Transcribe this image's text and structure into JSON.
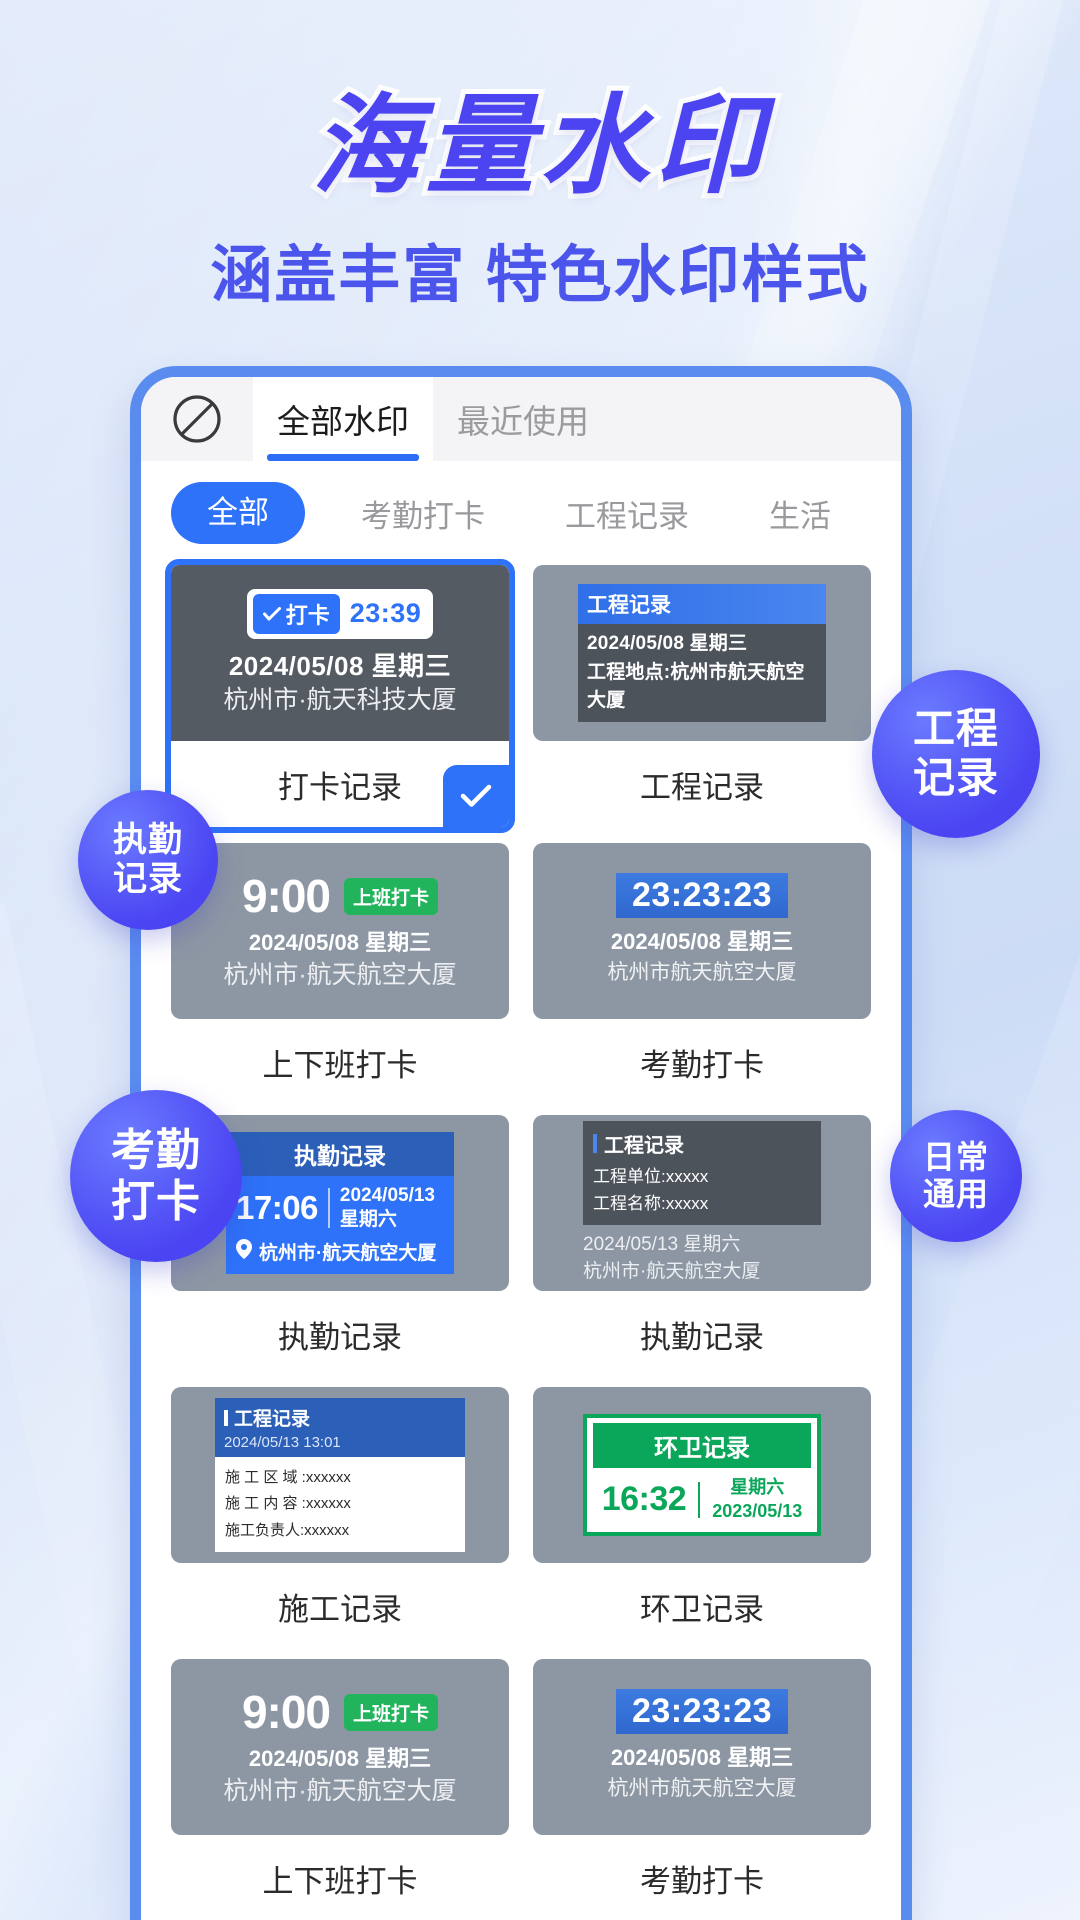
{
  "hero": {
    "title": "海量水印",
    "subtitle": "涵盖丰富  特色水印样式"
  },
  "colors": {
    "accent": "#2d72f8",
    "headline": "#4b44f0",
    "green": "#21b45c",
    "eco_green": "#0aa65a",
    "phone_border": "#5a8cf0"
  },
  "phone": {
    "topbar": {
      "no_watermark_icon": "no-watermark-icon",
      "tabs": [
        {
          "label": "全部水印",
          "active": true
        },
        {
          "label": "最近使用",
          "active": false
        }
      ]
    },
    "categories": [
      {
        "label": "全部",
        "active": true
      },
      {
        "label": "考勤打卡",
        "active": false
      },
      {
        "label": "工程记录",
        "active": false
      },
      {
        "label": "生活",
        "active": false
      }
    ],
    "cards": [
      {
        "id": "punch-record",
        "caption": "打卡记录",
        "selected": true,
        "style": "punch",
        "badge_pill": "打卡",
        "time": "23:39",
        "date": "2024/05/08  星期三",
        "location": "杭州市·航天科技大厦"
      },
      {
        "id": "engineering-record",
        "caption": "工程记录",
        "selected": false,
        "style": "engineering",
        "header": "工程记录",
        "date": "2024/05/08   星期三",
        "site": "工程地点:杭州市航天航空大厦"
      },
      {
        "id": "shift-punch",
        "caption": "上下班打卡",
        "selected": false,
        "style": "shift",
        "time": "9:00",
        "badge": "上班打卡",
        "date": "2024/05/08  星期三",
        "location": "杭州市·航天航空大厦"
      },
      {
        "id": "attendance-punch",
        "caption": "考勤打卡",
        "selected": false,
        "style": "attendance",
        "time": "23:23:23",
        "date": "2024/05/08  星期三",
        "location": "杭州市航天航空大厦"
      },
      {
        "id": "duty-record",
        "caption": "执勤记录",
        "selected": false,
        "style": "duty",
        "header": "执勤记录",
        "time": "17:06",
        "date": "2024/05/13",
        "weekday": "星期六",
        "location": "杭州市·航天航空大厦"
      },
      {
        "id": "duty-record-2",
        "caption": "执勤记录",
        "selected": false,
        "style": "engineering2",
        "header": "工程记录",
        "unit": "工程单位:xxxxx",
        "name": "工程名称:xxxxx",
        "date": "2024/05/13   星期六",
        "location": "杭州市·航天航空大厦"
      },
      {
        "id": "construction-record",
        "caption": "施工记录",
        "selected": false,
        "style": "construction",
        "header": "工程记录",
        "datetime": "2024/05/13  13:01",
        "area": "施 工 区 域 :xxxxxx",
        "content": "施 工 内 容 :xxxxxx",
        "manager": "施工负责人:xxxxxx"
      },
      {
        "id": "sanitation-record",
        "caption": "环卫记录",
        "selected": false,
        "style": "sanitation",
        "header": "环卫记录",
        "time": "16:32",
        "weekday": "星期六",
        "date": "2023/05/13"
      },
      {
        "id": "shift-punch-2",
        "caption": "上下班打卡",
        "selected": false,
        "style": "shift",
        "time": "9:00",
        "badge": "上班打卡",
        "date": "2024/05/08  星期三",
        "location": "杭州市·航天航空大厦"
      },
      {
        "id": "attendance-punch-2",
        "caption": "考勤打卡",
        "selected": false,
        "style": "attendance",
        "time": "23:23:23",
        "date": "2024/05/08  星期三",
        "location": "杭州市航天航空大厦"
      }
    ]
  },
  "bubbles": [
    {
      "id": "engineering",
      "line1": "工程",
      "line2": "记录"
    },
    {
      "id": "duty",
      "line1": "执勤",
      "line2": "记录"
    },
    {
      "id": "attendance",
      "line1": "考勤",
      "line2": "打卡"
    },
    {
      "id": "daily",
      "line1": "日常",
      "line2": "通用"
    }
  ]
}
